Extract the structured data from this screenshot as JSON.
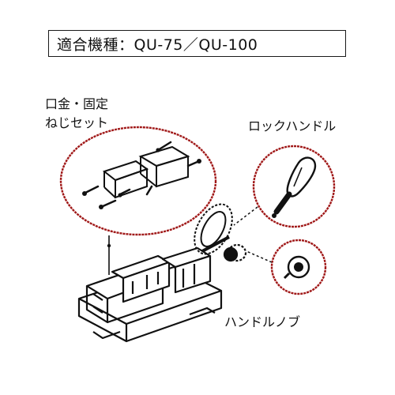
{
  "header": {
    "compatible_models": "適合機種：QU-75／QU-100"
  },
  "callouts": {
    "screw_set": {
      "line1": "口金・固定",
      "line2": "ねじセット"
    },
    "lock_handle": "ロックハンドル",
    "handle_knob": "ハンドルノブ"
  },
  "colors": {
    "callout_outline": "#a01818",
    "text": "#111111"
  }
}
